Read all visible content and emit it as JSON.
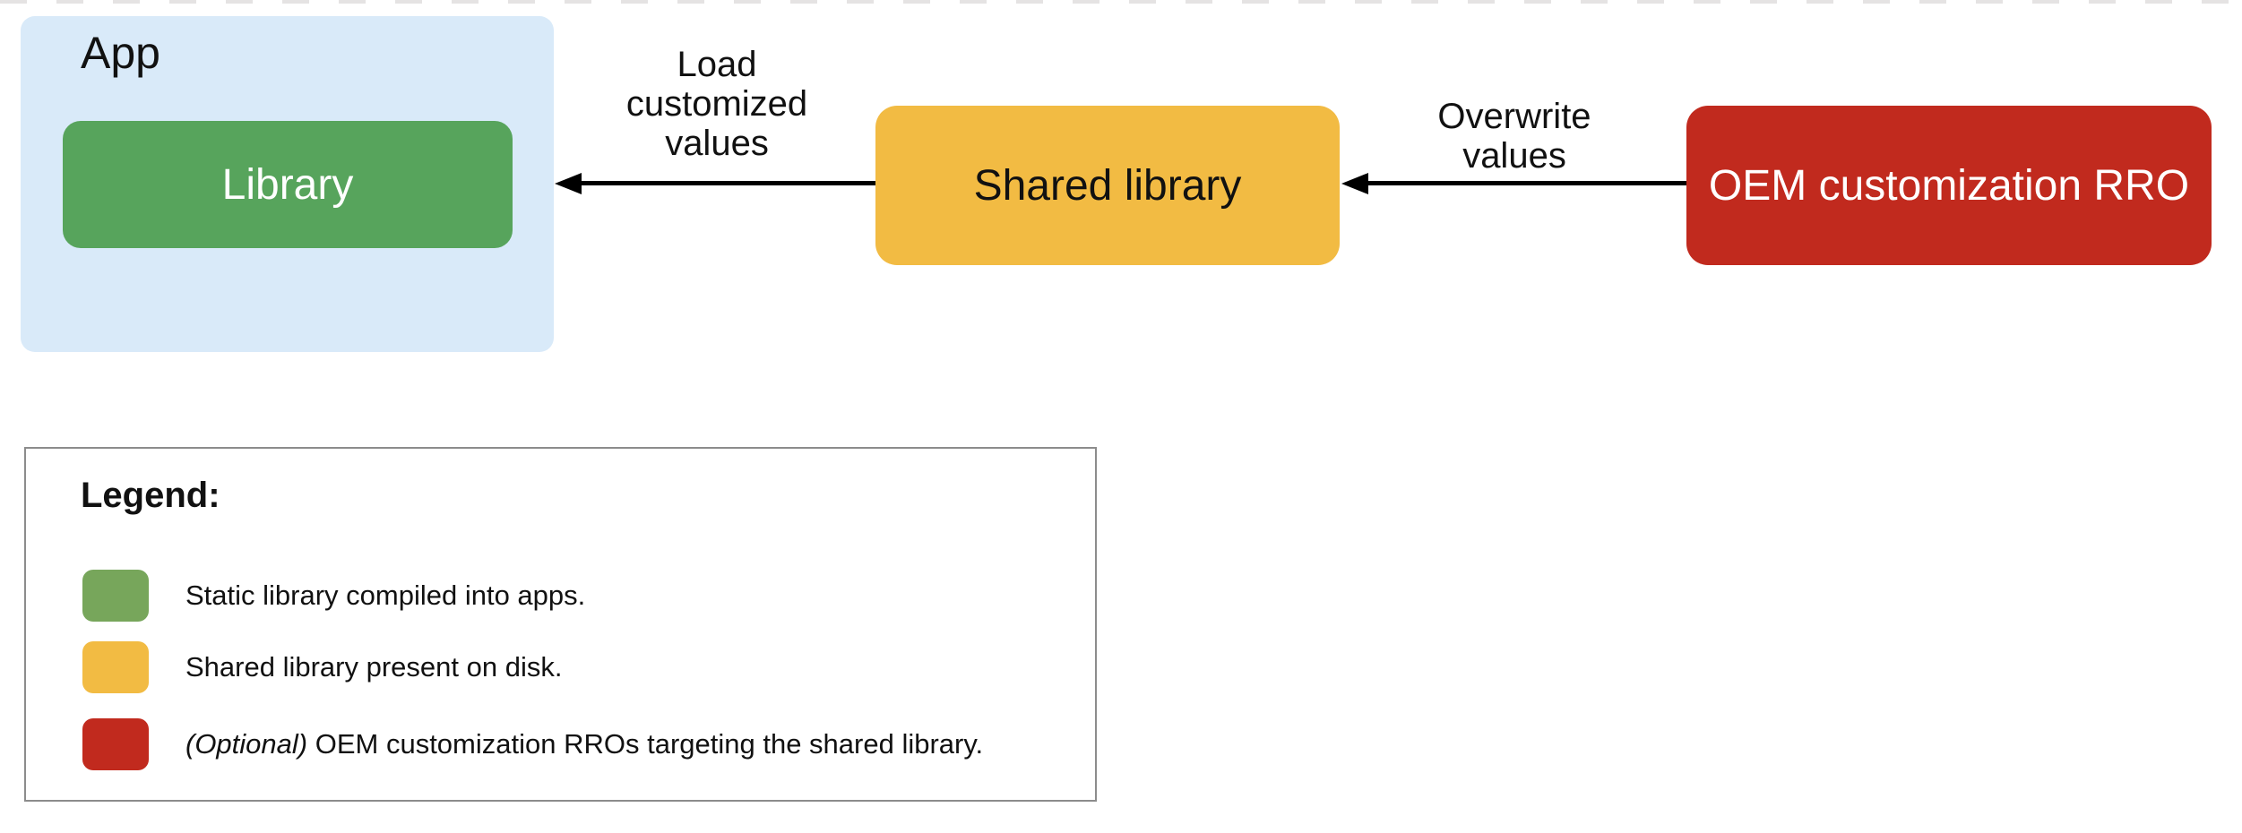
{
  "diagram": {
    "app": {
      "label": "App",
      "fill": "#D9EAF9"
    },
    "library": {
      "label": "Library",
      "fill": "#57A45C"
    },
    "shared": {
      "label": "Shared library",
      "fill": "#F2BB43"
    },
    "oem": {
      "label": "OEM customization RRO",
      "fill": "#C12A1E"
    },
    "arrows": [
      {
        "label": "Load\ncustomized\nvalues",
        "direction": "right-to-left"
      },
      {
        "label": "Overwrite\nvalues",
        "direction": "right-to-left"
      }
    ]
  },
  "legend": {
    "title": "Legend:",
    "rows": [
      {
        "swatch_color": "#77A65B",
        "italic_prefix": "",
        "text": "Static library compiled into apps."
      },
      {
        "swatch_color": "#F2BB43",
        "italic_prefix": "",
        "text": "Shared library present on disk."
      },
      {
        "swatch_color": "#C12A1E",
        "italic_prefix": "(Optional)",
        "text": " OEM customization RROs targeting the shared library."
      }
    ]
  },
  "colors": {
    "background": "#FFFFFF",
    "arrow": "#000000",
    "legend_border": "#8C8C8C",
    "top_dashes": "#E5E3E3"
  }
}
